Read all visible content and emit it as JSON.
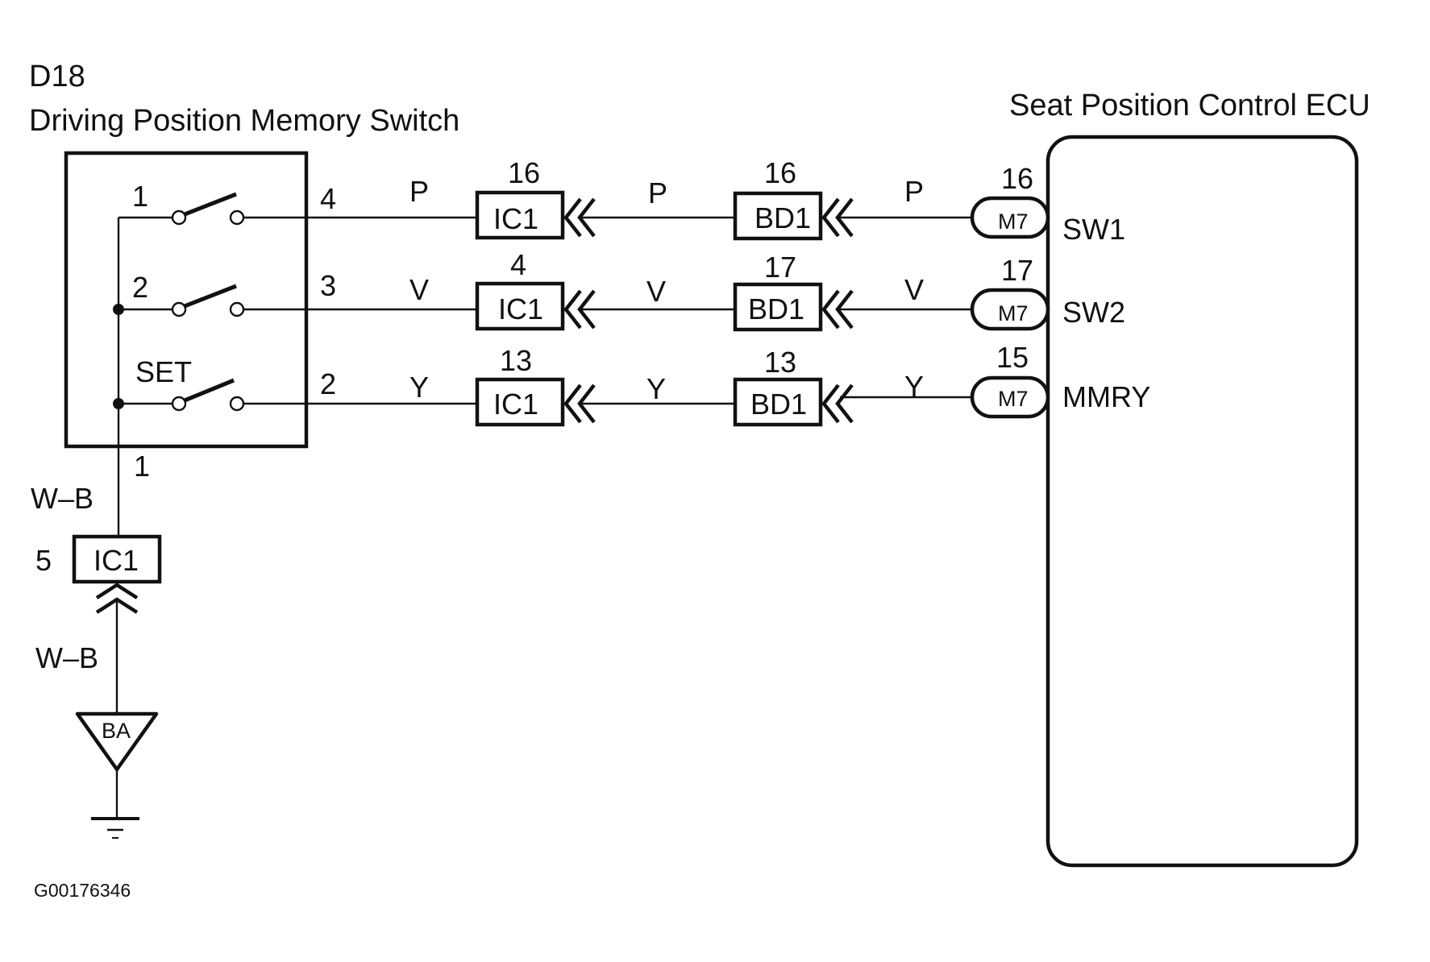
{
  "switch_component": {
    "code": "D18",
    "name": "Driving Position Memory Switch",
    "switches": [
      {
        "label": "1",
        "out_pin": "4"
      },
      {
        "label": "2",
        "out_pin": "3"
      },
      {
        "label": "SET",
        "out_pin": "2"
      }
    ],
    "ground_pin": "1"
  },
  "ecu": {
    "name": "Seat Position Control ECU",
    "terminals": [
      {
        "pin": "16",
        "connector": "M7",
        "signal": "SW1"
      },
      {
        "pin": "17",
        "connector": "M7",
        "signal": "SW2"
      },
      {
        "pin": "15",
        "connector": "M7",
        "signal": "MMRY"
      }
    ]
  },
  "circuits": [
    {
      "wire_color": "P",
      "ic1_pin": "16",
      "ic1_label": "IC1",
      "bd1_pin": "16",
      "bd1_label": "BD1"
    },
    {
      "wire_color": "V",
      "ic1_pin": "4",
      "ic1_label": "IC1",
      "bd1_pin": "17",
      "bd1_label": "BD1"
    },
    {
      "wire_color": "Y",
      "ic1_pin": "13",
      "ic1_label": "IC1",
      "bd1_pin": "13",
      "bd1_label": "BD1"
    }
  ],
  "ground": {
    "wire_color_upper": "W–B",
    "connector_pin": "5",
    "connector_label": "IC1",
    "wire_color_lower": "W–B",
    "ground_point": "BA"
  },
  "figure_code": "G00176346"
}
